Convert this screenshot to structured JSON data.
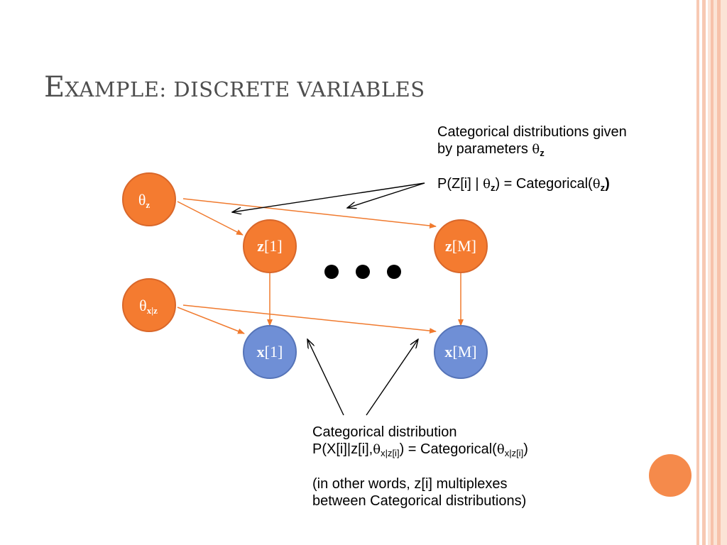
{
  "title": {
    "first_letter": "E",
    "rest": "xample: discrete variables"
  },
  "top_annotation": {
    "line1": "Categorical distributions given",
    "line2_text": "by parameters ",
    "line2_theta": "θ",
    "line2_sub": "z",
    "formula_prefix": "P(Z[i] | ",
    "formula_theta": "θ",
    "formula_sub": "z",
    "formula_middle": ") = Categorical(",
    "formula_theta2": "θ",
    "formula_sub2": "z",
    "formula_suffix": ")"
  },
  "bottom_annotation": {
    "line1": "Categorical distribution",
    "line2_prefix": "P(X[i]|z[i],",
    "line2_theta": "θ",
    "line2_sub": "x|z[i]",
    "line2_middle": ") = Categorical(",
    "line2_theta2": "θ",
    "line2_sub2": "x|z[i]",
    "line2_suffix": ")",
    "line3": "(in other words, z[i] multiplexes",
    "line4": "between Categorical distributions)"
  },
  "nodes": {
    "theta_z": {
      "symbol": "θ",
      "sub": "z"
    },
    "theta_xz": {
      "symbol": "θ",
      "sub": "x|z"
    },
    "z1": {
      "bold": "z",
      "rest": "[1]"
    },
    "zM": {
      "bold": "z",
      "rest": "[M]"
    },
    "x1": {
      "bold": "x",
      "rest": "[1]"
    },
    "xM": {
      "bold": "x",
      "rest": "[M]"
    }
  },
  "colors": {
    "orange_node": "#f47b30",
    "orange_stroke": "#d9672a",
    "blue_node": "#6f8fd6",
    "blue_stroke": "#5674b8",
    "edge": "#f07a2e",
    "annotation_arrow": "#000000",
    "title": "#4e4e4e",
    "decor_circle": "#f58a4b"
  }
}
